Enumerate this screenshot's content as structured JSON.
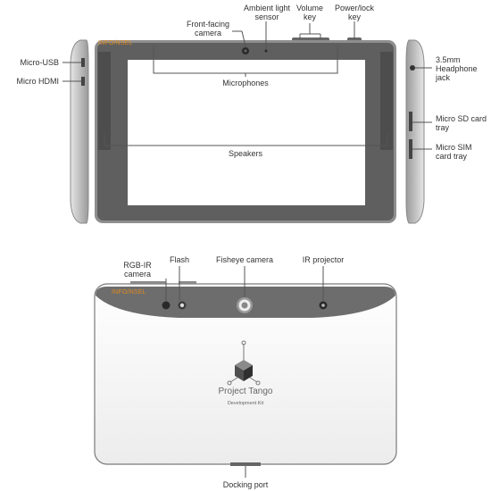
{
  "labels": {
    "front_camera": "Front-facing camera",
    "ambient_sensor": "Ambient light sensor",
    "volume_key": "Volume key",
    "power_key": "Power/lock key",
    "micro_usb": "Micro-USB",
    "micro_hdmi": "Micro HDMI",
    "headphone_jack": "3.5mm Headphone jack",
    "microphones": "Microphones",
    "micro_sd": "Micro SD card tray",
    "speakers": "Speakers",
    "micro_sim": "Micro SIM card tray",
    "rgb_ir_camera": "RGB-IR camera",
    "flash": "Flash",
    "fisheye_camera": "Fisheye camera",
    "ir_projector": "IR projector",
    "docking_port": "Docking port"
  },
  "back_logo": {
    "title": "Project Tango",
    "subtitle": "Development Kit"
  },
  "stamps": {
    "front": "INFO/NSEL",
    "back": "INFO/NSEL"
  },
  "colors": {
    "bezel": "#5f5f5f",
    "frame": "#8e8e8e",
    "screen": "#ffffff",
    "line": "#555555",
    "back_panel": "#f4f4f4",
    "stamp": "#e08a1e"
  }
}
